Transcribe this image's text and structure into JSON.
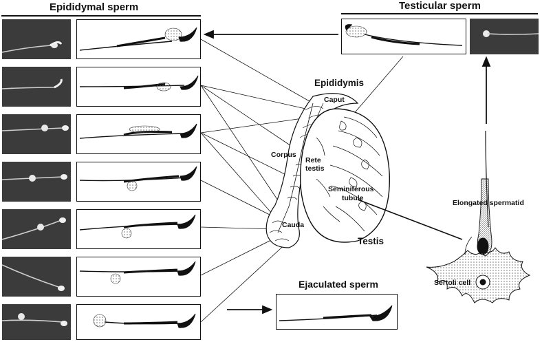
{
  "headings": {
    "epididymal": "Epididymal sperm",
    "testicular": "Testicular sperm",
    "ejaculated": "Ejaculated sperm"
  },
  "labels": {
    "epididymis": "Epididymis",
    "caput": "Caput",
    "corpus": "Corpus",
    "rete_line1": "Rete",
    "rete_line2": "testis",
    "semi_line1": "Seminiferous",
    "semi_line2": "tubule",
    "cauda": "Cauda",
    "testis": "Testis",
    "elongated": "Elongated spermatid",
    "sertoli": "Sertoli cell"
  },
  "colors": {
    "ink": "#111111",
    "micrograph_bg": "#3b3b3b",
    "stipple": "#888888"
  }
}
